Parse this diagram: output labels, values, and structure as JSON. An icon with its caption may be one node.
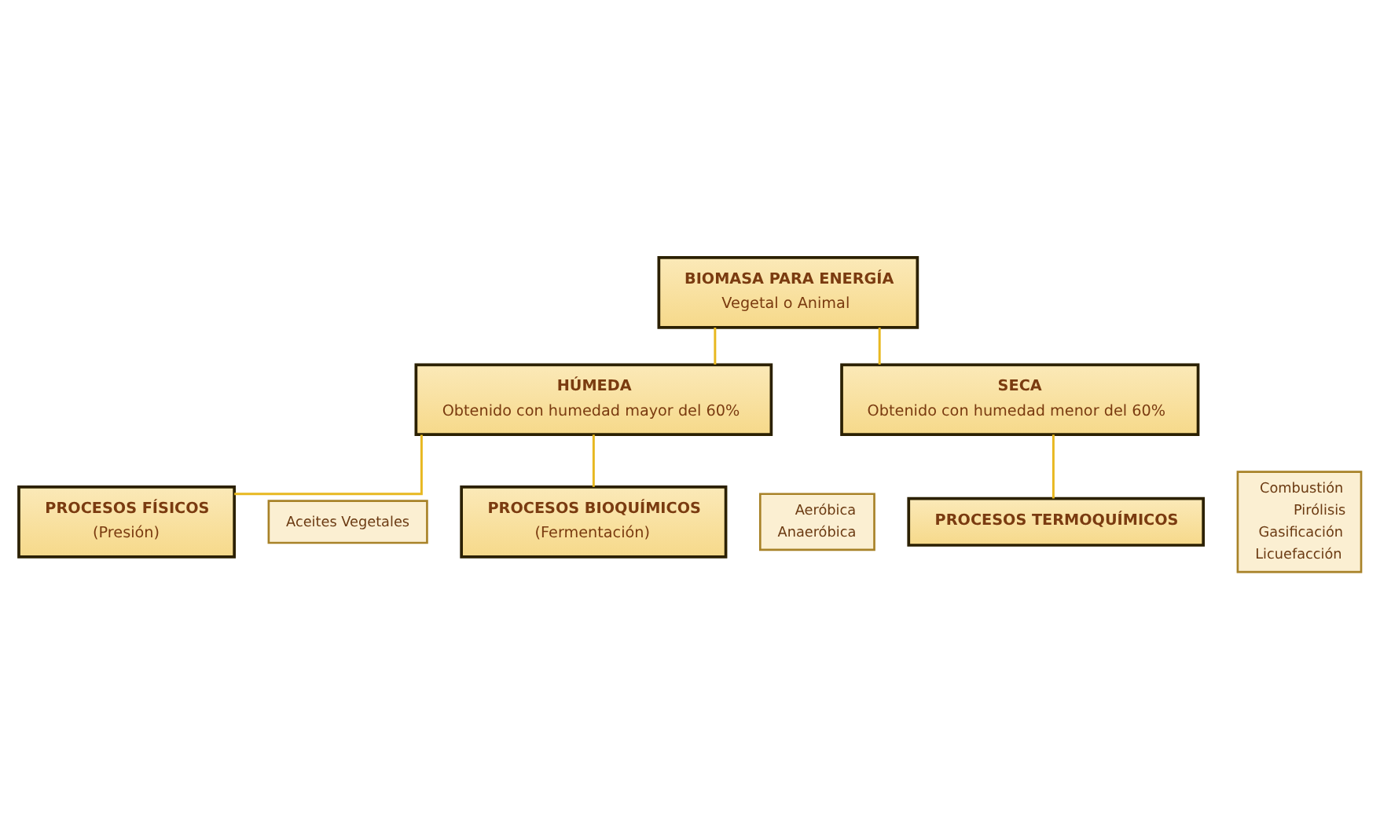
{
  "diagram": {
    "nodes": [
      {
        "text": [
          "BIOMASA PARA ENERGÍA",
          "Vegetal o Animal"
        ]
      },
      {
        "text": [
          "HÚMEDA",
          "Obtenido con humedad mayor del 60%"
        ]
      },
      {
        "text": [
          "SECA",
          "Obtenido con humedad menor del 60%"
        ]
      },
      {
        "text": [
          "PROCESOS FÍSICOS",
          "(Presión)"
        ]
      },
      {
        "text": [
          "PROCESOS BIOQUÍMICOS",
          "(Fermentación)"
        ]
      },
      {
        "text": [
          "PROCESOS TERMOQUÍMICOS"
        ]
      },
      {
        "text": [
          "Aceites Vegetales"
        ]
      },
      {
        "text": [
          "Aeróbica",
          "Anaeróbica"
        ]
      },
      {
        "text": [
          "Combustión",
          "Pirólisis",
          "Gasificación",
          "Licuefacción"
        ]
      }
    ],
    "edges": [
      {
        "from": 0,
        "to": 1,
        "arrow": "none"
      },
      {
        "from": 0,
        "to": 2,
        "arrow": "none"
      },
      {
        "from": 1,
        "to": 3,
        "arrow": "none"
      },
      {
        "from": 1,
        "to": 4,
        "arrow": "none"
      },
      {
        "from": 2,
        "to": 5,
        "arrow": "none"
      }
    ]
  }
}
